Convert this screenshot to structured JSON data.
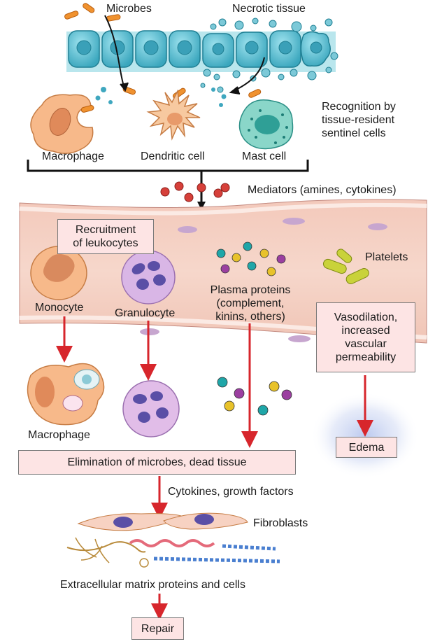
{
  "labels": {
    "microbes": "Microbes",
    "necrotic_tissue": "Necrotic tissue",
    "recognition": "Recognition by\ntissue-resident\nsentinel cells",
    "macrophage_top": "Macrophage",
    "dendritic_cell": "Dendritic cell",
    "mast_cell": "Mast cell",
    "mediators": "Mediators (amines, cytokines)",
    "recruitment": "Recruitment\nof leukocytes",
    "platelets": "Platelets",
    "monocyte": "Monocyte",
    "granulocyte": "Granulocyte",
    "plasma_proteins": "Plasma proteins\n(complement,\nkinins, others)",
    "vasodilation": "Vasodilation,\nincreased\nvascular\npermeability",
    "macrophage_bottom": "Macrophage",
    "edema": "Edema",
    "elimination": "Elimination of microbes, dead tissue",
    "cytokines_growth": "Cytokines, growth factors",
    "fibroblasts": "Fibroblasts",
    "ecm": "Extracellular matrix proteins and cells",
    "repair": "Repair"
  },
  "colors": {
    "arrow_red": "#d7262c",
    "box_pink": "#fde4e4",
    "vessel_wall": "#efc0b0",
    "epithelium": "#4fb6c9"
  }
}
